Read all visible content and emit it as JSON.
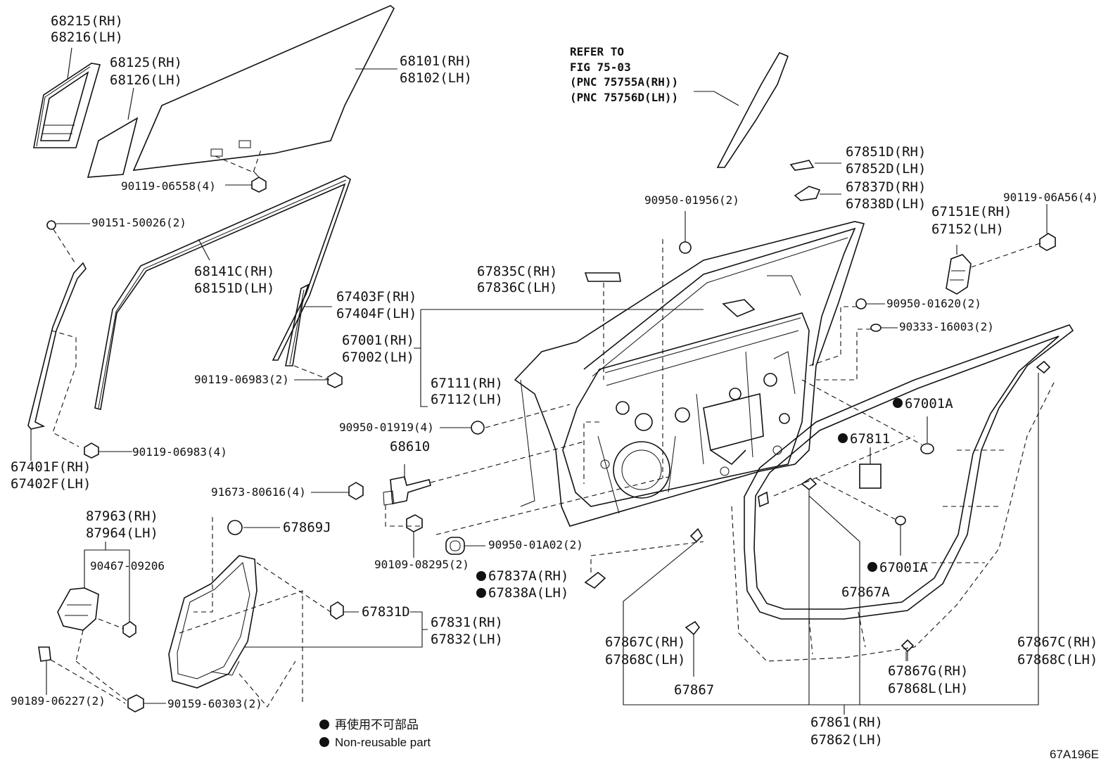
{
  "labels": [
    {
      "id": "l01",
      "text": "68215(RH)"
    },
    {
      "id": "l02",
      "text": "68216(LH)"
    },
    {
      "id": "l03",
      "text": "68125(RH)"
    },
    {
      "id": "l04",
      "text": "68126(LH)"
    },
    {
      "id": "l05",
      "text": "68101(RH)"
    },
    {
      "id": "l06",
      "text": "68102(LH)"
    },
    {
      "id": "l07",
      "text": "90119-06558(4)"
    },
    {
      "id": "l08",
      "text": "90151-50026(2)"
    },
    {
      "id": "l09",
      "text": "68141C(RH)"
    },
    {
      "id": "l10",
      "text": "68151D(LH)"
    },
    {
      "id": "l11",
      "text": "67403F(RH)"
    },
    {
      "id": "l12",
      "text": "67404F(LH)"
    },
    {
      "id": "l13",
      "text": "67001(RH)"
    },
    {
      "id": "l14",
      "text": "67002(LH)"
    },
    {
      "id": "l15",
      "text": "67111(RH)"
    },
    {
      "id": "l16",
      "text": "67112(LH)"
    },
    {
      "id": "l17",
      "text": "90119-06983(2)"
    },
    {
      "id": "l18",
      "text": "90950-01919(4)"
    },
    {
      "id": "l19",
      "text": "68610"
    },
    {
      "id": "l20",
      "text": "67401F(RH)"
    },
    {
      "id": "l21",
      "text": "67402F(LH)"
    },
    {
      "id": "l22",
      "text": "90119-06983(4)"
    },
    {
      "id": "l23",
      "text": "91673-80616(4)"
    },
    {
      "id": "l24",
      "text": "87963(RH)"
    },
    {
      "id": "l25",
      "text": "87964(LH)"
    },
    {
      "id": "l26",
      "text": "90467-09206"
    },
    {
      "id": "l27",
      "text": "67869J"
    },
    {
      "id": "l28",
      "text": "90109-08295(2)"
    },
    {
      "id": "l29",
      "text": "90950-01A02(2)"
    },
    {
      "id": "l30",
      "text": "67837A(RH)"
    },
    {
      "id": "l31",
      "text": "67838A(LH)"
    },
    {
      "id": "l32",
      "text": "67831D"
    },
    {
      "id": "l33",
      "text": "67831(RH)"
    },
    {
      "id": "l34",
      "text": "67832(LH)"
    },
    {
      "id": "l35",
      "text": "90189-06227(2)"
    },
    {
      "id": "l36",
      "text": "90159-60303(2)"
    },
    {
      "id": "l37",
      "text": "67835C(RH)"
    },
    {
      "id": "l38",
      "text": "67836C(LH)"
    },
    {
      "id": "l39",
      "text": "90950-01956(2)"
    },
    {
      "id": "l40",
      "text": "67851D(RH)"
    },
    {
      "id": "l41",
      "text": "67852D(LH)"
    },
    {
      "id": "l42",
      "text": "67837D(RH)"
    },
    {
      "id": "l43",
      "text": "67838D(LH)"
    },
    {
      "id": "l44",
      "text": "90119-06A56(4)"
    },
    {
      "id": "l45",
      "text": "67151E(RH)"
    },
    {
      "id": "l46",
      "text": "67152(LH)"
    },
    {
      "id": "l47",
      "text": "90950-01620(2)"
    },
    {
      "id": "l48",
      "text": "90333-16003(2)"
    },
    {
      "id": "l49",
      "text": "67001A"
    },
    {
      "id": "l50",
      "text": "67811"
    },
    {
      "id": "l51",
      "text": "67001A"
    },
    {
      "id": "l52",
      "text": "67867A"
    },
    {
      "id": "l53",
      "text": "67867C(RH)"
    },
    {
      "id": "l54",
      "text": "67868C(LH)"
    },
    {
      "id": "l55",
      "text": "67867"
    },
    {
      "id": "l56",
      "text": "67867G(RH)"
    },
    {
      "id": "l57",
      "text": "67868L(LH)"
    },
    {
      "id": "l58",
      "text": "67867C(RH)"
    },
    {
      "id": "l59",
      "text": "67868C(LH)"
    },
    {
      "id": "l60",
      "text": "67861(RH)"
    },
    {
      "id": "l61",
      "text": "67862(LH)"
    }
  ],
  "reference": [
    "REFER TO",
    "FIG 75-03",
    "(PNC 75755A(RH))",
    "(PNC 75756D(LH))"
  ],
  "legend": {
    "japanese": "再使用不可部品",
    "english": "Non-reusable part"
  },
  "diagram_code": "67A196E"
}
